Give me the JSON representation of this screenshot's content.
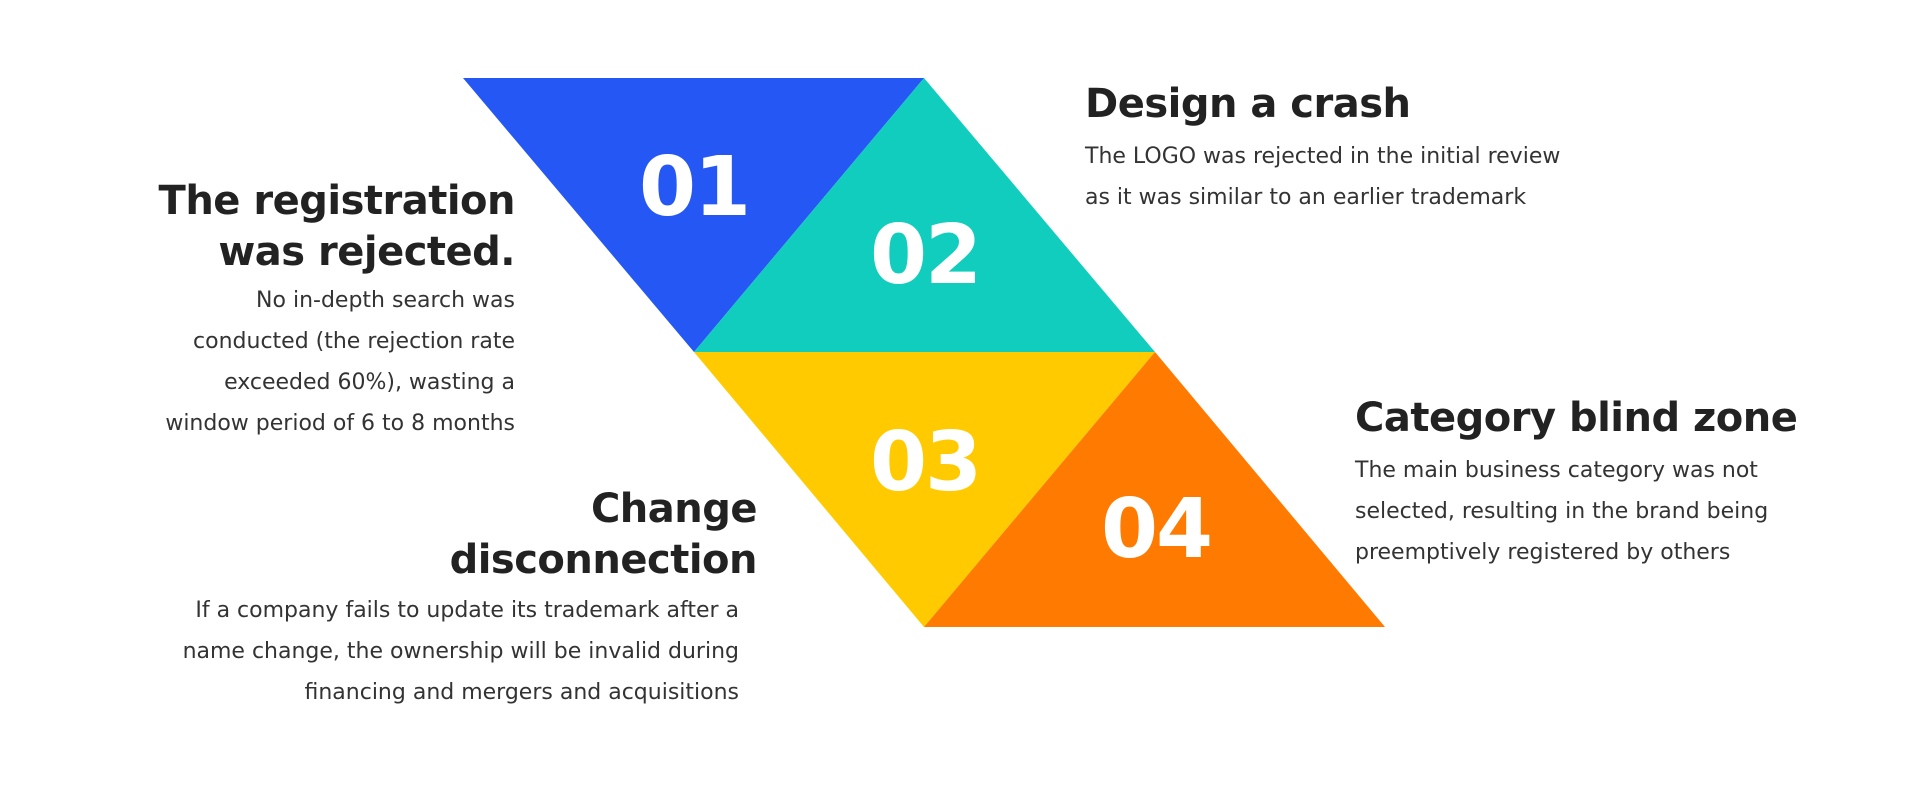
{
  "colors": {
    "tri1": "#2557F5",
    "tri2": "#10CDBD",
    "tri3": "#FFCB00",
    "tri4": "#FF7A00"
  },
  "steps": [
    {
      "number": "01",
      "title_lines": [
        "The registration",
        "was rejected."
      ],
      "desc_lines": [
        "No in-depth search was",
        "conducted (the rejection rate",
        "exceeded 60%), wasting a",
        "window period of 6 to 8 months"
      ]
    },
    {
      "number": "02",
      "title_lines": [
        "Design a crash"
      ],
      "desc_lines": [
        "The LOGO was rejected in the initial review",
        "as it was similar to an earlier trademark"
      ]
    },
    {
      "number": "03",
      "title_lines": [
        "Change",
        "disconnection"
      ],
      "desc_lines": [
        "If a company fails to update its trademark after a",
        "name change, the ownership will be invalid during",
        "financing and mergers and acquisitions"
      ]
    },
    {
      "number": "04",
      "title_lines": [
        "Category blind zone"
      ],
      "desc_lines": [
        "The main business category was not",
        "selected, resulting in the brand being",
        "preemptively registered by others"
      ]
    }
  ]
}
